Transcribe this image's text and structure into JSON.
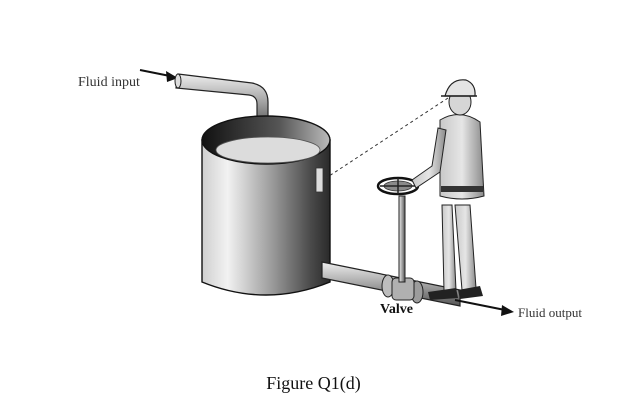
{
  "labels": {
    "fluid_input": "Fluid input",
    "valve": "Valve",
    "fluid_output": "Fluid output"
  },
  "caption": "Figure Q1(d)"
}
